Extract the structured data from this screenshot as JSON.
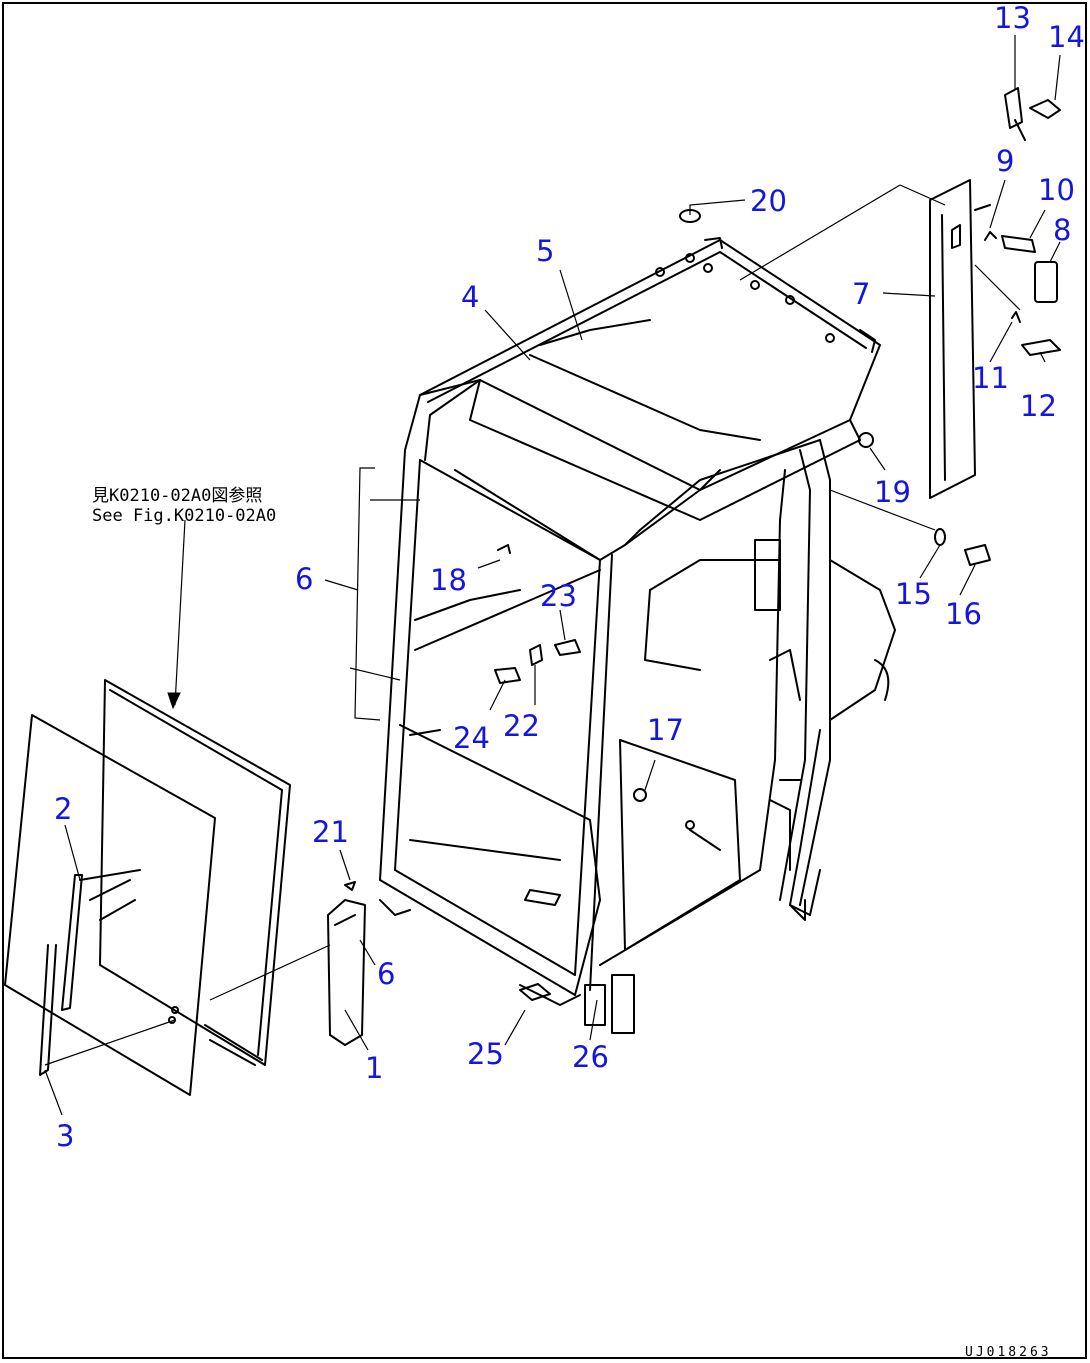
{
  "reference_note": {
    "line1": "見K0210-02A0図参照",
    "line2": "See Fig.K0210-02A0"
  },
  "drawing_code": "UJ018263",
  "callouts": [
    "1",
    "2",
    "3",
    "4",
    "5",
    "6",
    "6",
    "7",
    "8",
    "9",
    "10",
    "11",
    "12",
    "13",
    "14",
    "15",
    "16",
    "17",
    "18",
    "19",
    "20",
    "21",
    "22",
    "23",
    "24",
    "25",
    "26"
  ],
  "colors": {
    "callout": "#1515e0",
    "line": "#000000",
    "background": "#ffffff"
  }
}
